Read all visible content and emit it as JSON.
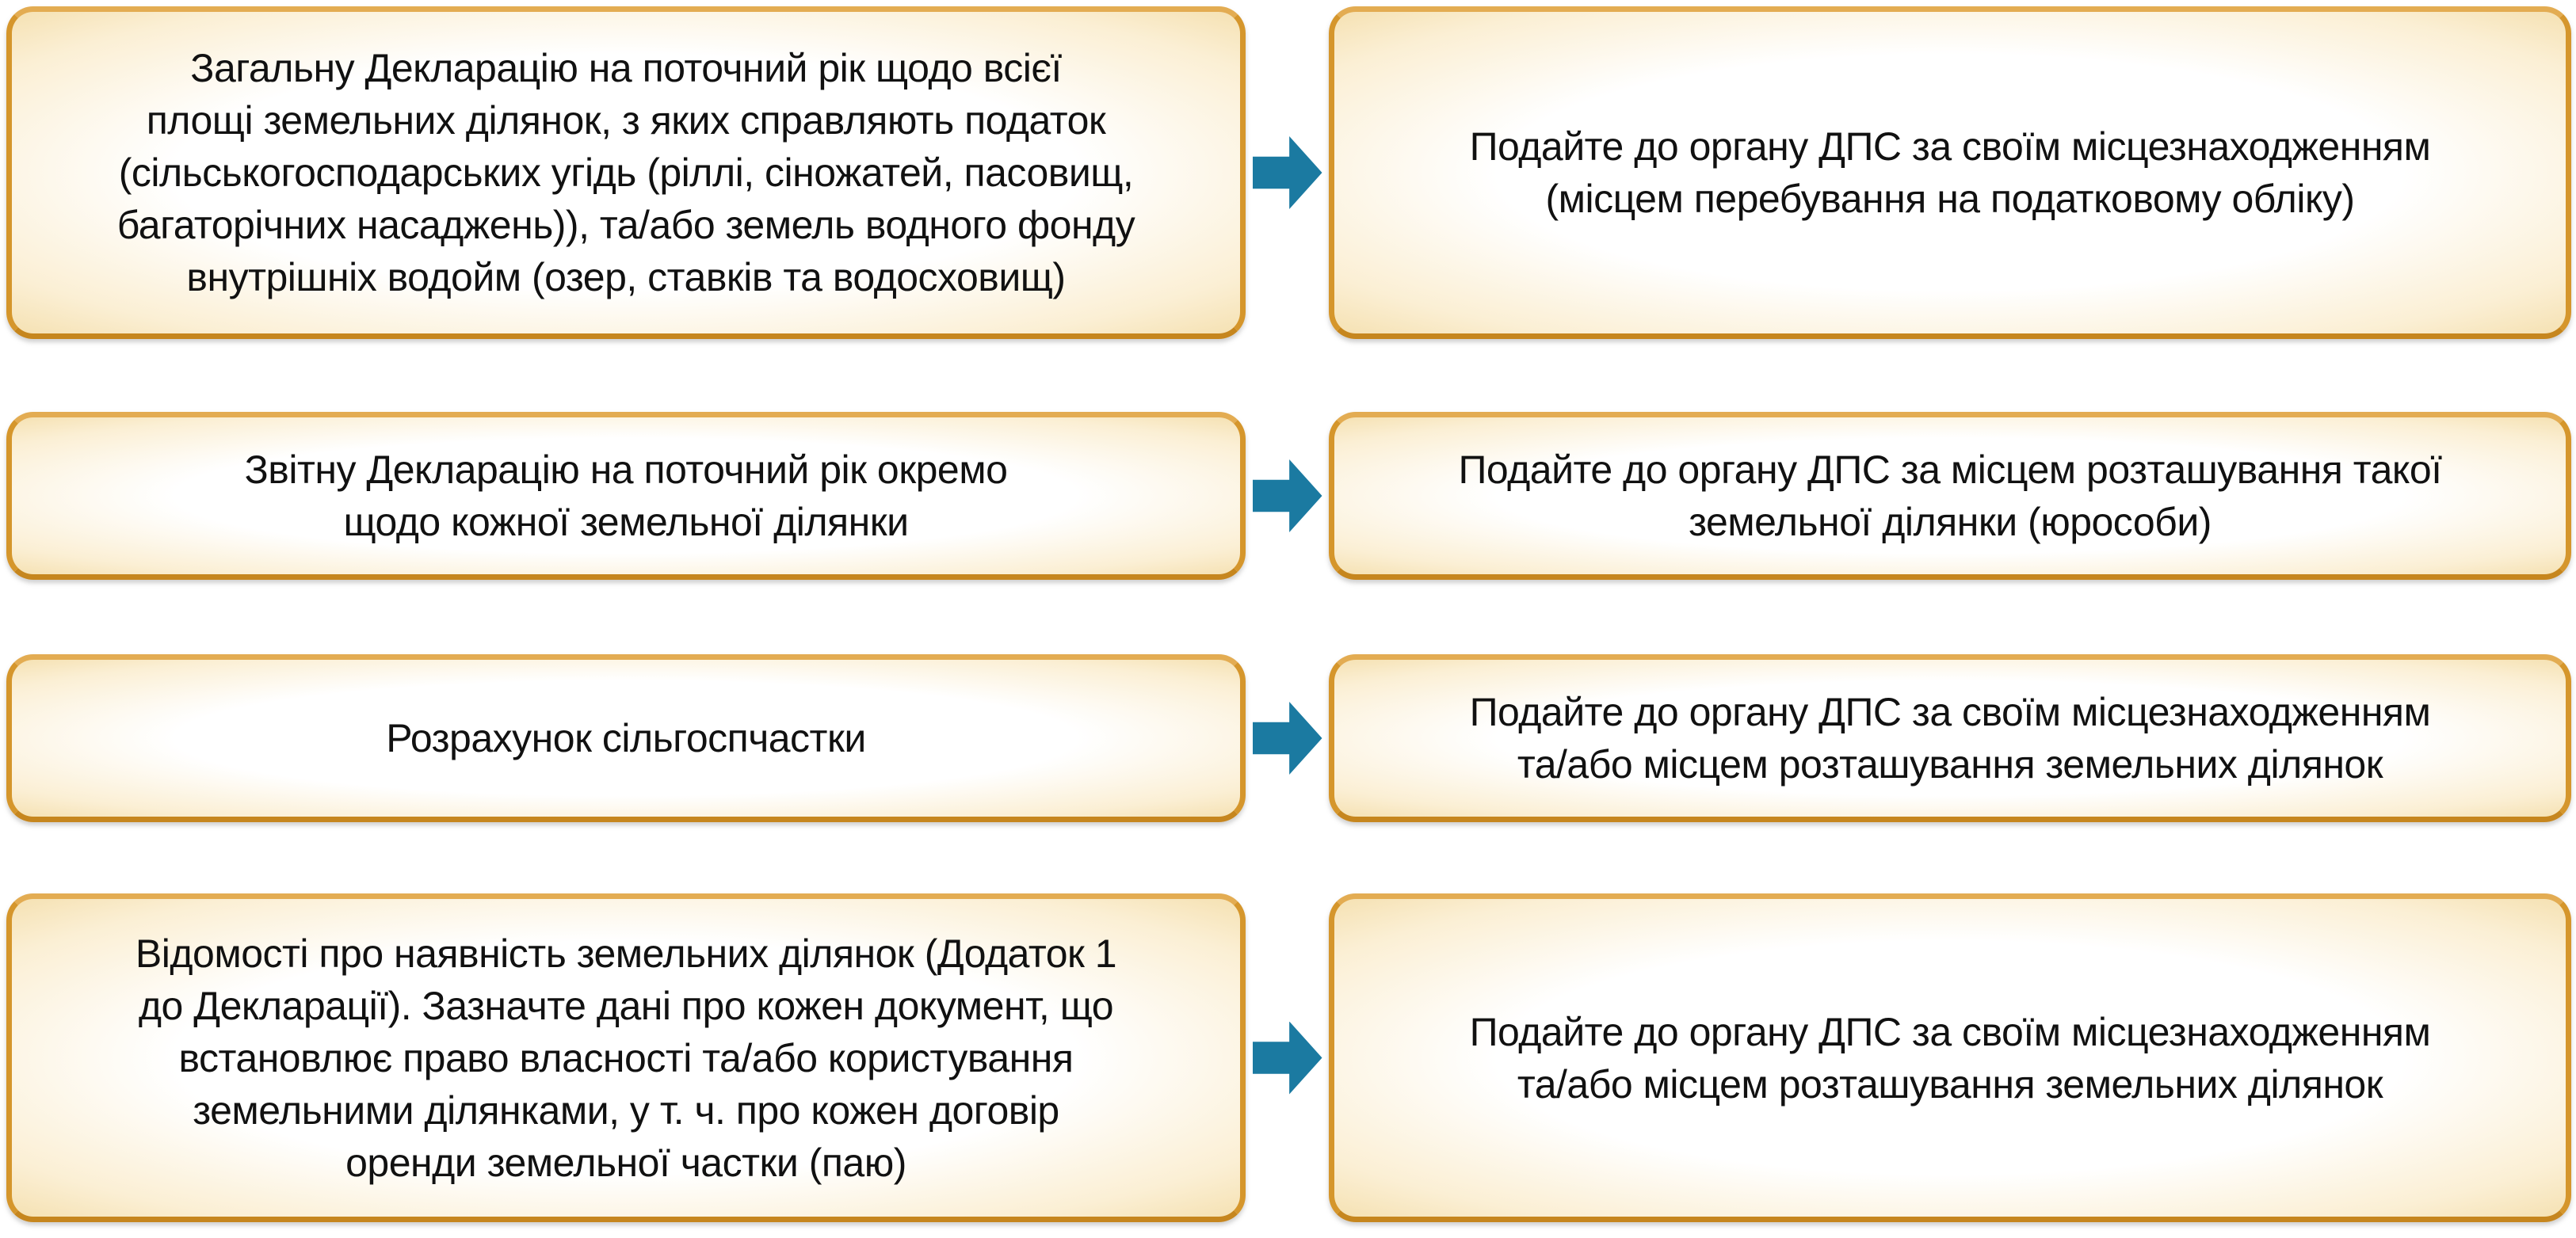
{
  "colors": {
    "box_border": "#D5962C",
    "box_border_top": "#E3AC52",
    "box_border_bottom": "#C6861E",
    "box_fill_center": "#FFFFFF",
    "box_fill_edge": "#F5E1B2",
    "arrow": "#1B7AA1",
    "text": "#111111"
  },
  "rows": [
    {
      "left": {
        "lines": [
          "Загальну Декларацію на поточний рік щодо всієї",
          "площі земельних ділянок, з яких справляють податок",
          "(сільськогосподарських угідь (ріллі, сіножатей, пасовищ,",
          "багаторічних насаджень)), та/або земель водного фонду",
          "внутрішніх водойм (озер, ставків та водосховищ)"
        ]
      },
      "arrow_icon": "right-arrow",
      "right": {
        "lines": [
          "Подайте до органу ДПС за своїм місцезнаходженням",
          "(місцем перебування на податковому обліку)"
        ]
      }
    },
    {
      "left": {
        "lines": [
          "Звітну Декларацію на поточний рік окремо",
          "щодо кожної земельної ділянки"
        ]
      },
      "arrow_icon": "right-arrow",
      "right": {
        "lines": [
          "Подайте до органу ДПС за місцем розташування такої",
          "земельної ділянки (юрособи)"
        ]
      }
    },
    {
      "left": {
        "lines": [
          "Розрахунок сільгоспчастки"
        ]
      },
      "arrow_icon": "right-arrow",
      "right": {
        "lines": [
          "Подайте до органу ДПС за своїм місцезнаходженням",
          "та/або місцем розташування земельних ділянок"
        ]
      }
    },
    {
      "left": {
        "lines": [
          "Відомості про наявність земельних ділянок (Додаток 1",
          "до Декларації). Зазначте дані про кожен документ, що",
          "встановлює право власності та/або користування",
          "земельними ділянками, у т. ч. про кожен договір",
          "оренди земельної частки (паю)"
        ]
      },
      "arrow_icon": "right-arrow",
      "right": {
        "lines": [
          "Подайте до органу ДПС за своїм місцезнаходженням",
          "та/або місцем розташування земельних ділянок"
        ]
      }
    }
  ]
}
